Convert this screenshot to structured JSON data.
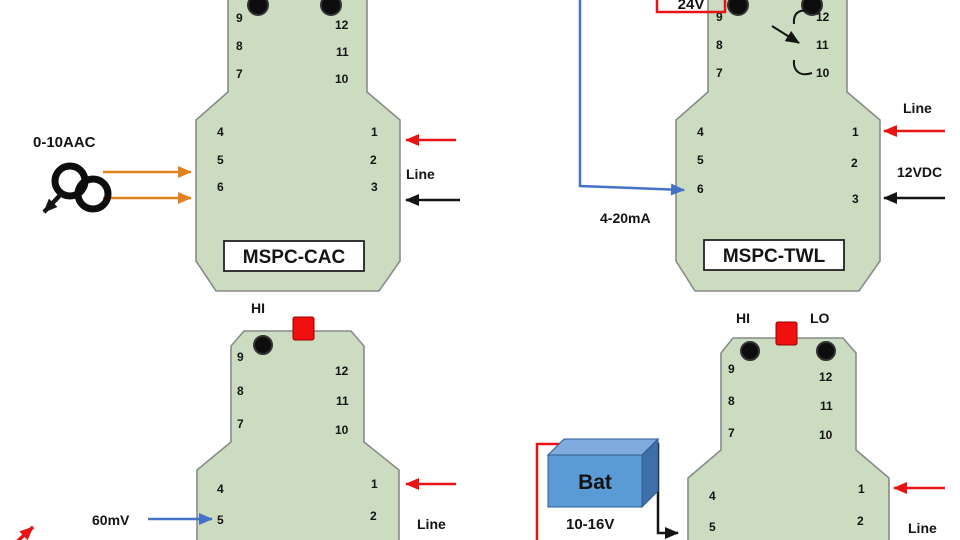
{
  "colors": {
    "module_fill": "#cbdcc0",
    "module_stroke": "#8a8a8a",
    "label_box_fill": "#ffffff",
    "red": "#e81313",
    "black": "#141414",
    "orange": "#e0821f",
    "blue": "#4472c4",
    "battery_front": "#5b9bd5",
    "battery_top": "#7fabde",
    "battery_side": "#3f6fa8",
    "led": "#f01010"
  },
  "modules": {
    "cac": {
      "name": "MSPC-CAC",
      "input_label": "0-10AAC",
      "line_label": "Line",
      "pins": {
        "p9": "9",
        "p8": "8",
        "p7": "7",
        "p12": "12",
        "p11": "11",
        "p10": "10",
        "p4": "4",
        "p5": "5",
        "p6": "6",
        "p1": "1",
        "p2": "2",
        "p3": "3"
      }
    },
    "twl": {
      "name": "MSPC-TWL",
      "top_supply_label": "24V",
      "current_loop_label": "4-20mA",
      "line_label": "Line",
      "supply_label": "12VDC",
      "pins": {
        "p9": "9",
        "p8": "8",
        "p7": "7",
        "p12": "12",
        "p11": "11",
        "p10": "10",
        "p4": "4",
        "p5": "5",
        "p6": "6",
        "p1": "1",
        "p2": "2",
        "p3": "3"
      }
    },
    "mv": {
      "hi_label": "HI",
      "input_label": "60mV",
      "line_label": "Line",
      "pins": {
        "p9": "9",
        "p8": "8",
        "p7": "7",
        "p12": "12",
        "p11": "11",
        "p10": "10",
        "p4": "4",
        "p5": "5",
        "p1": "1",
        "p2": "2"
      }
    },
    "bat": {
      "hi_label": "HI",
      "lo_label": "LO",
      "battery_label": "Bat",
      "battery_range_label": "10-16V",
      "line_label": "Line",
      "pins": {
        "p9": "9",
        "p8": "8",
        "p7": "7",
        "p12": "12",
        "p11": "11",
        "p10": "10",
        "p4": "4",
        "p5": "5",
        "p1": "1",
        "p2": "2"
      }
    }
  }
}
